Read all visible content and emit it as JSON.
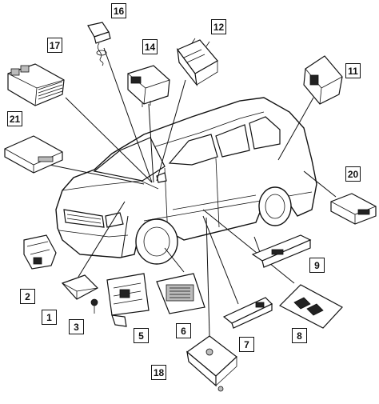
{
  "labels": {
    "l16": "16",
    "l17": "17",
    "l14": "14",
    "l12": "12",
    "l11": "11",
    "l21": "21",
    "l20": "20",
    "l9": "9",
    "l2": "2",
    "l1": "1",
    "l3": "3",
    "l5": "5",
    "l6": "6",
    "l7": "7",
    "l8": "8",
    "l18": "18"
  },
  "colors": {
    "line": "#111111",
    "background": "#ffffff"
  }
}
